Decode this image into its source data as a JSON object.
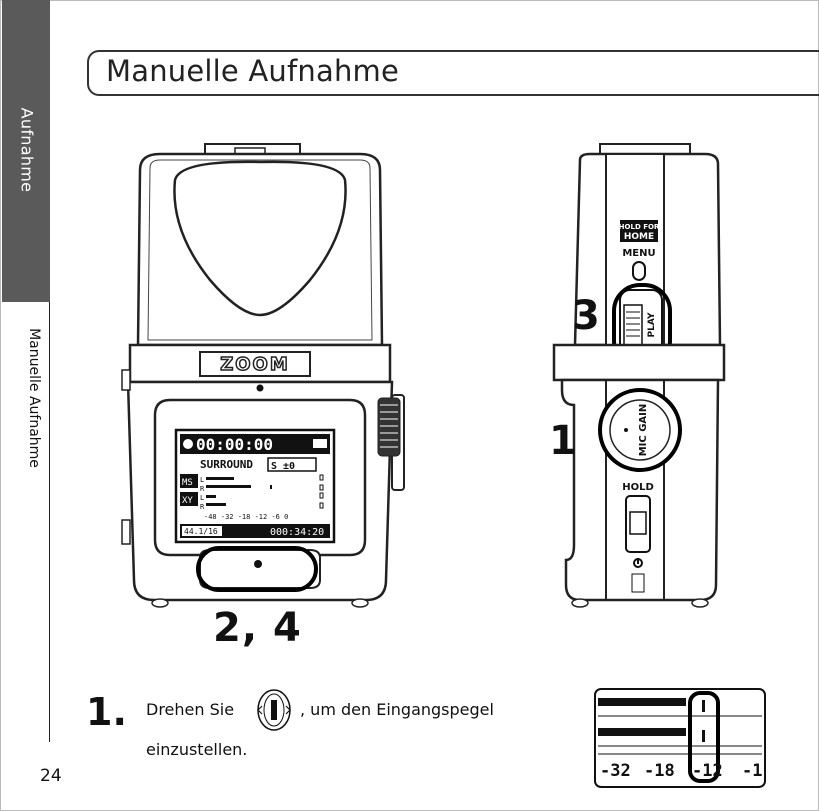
{
  "sidebar": {
    "section_tab": "Aufnahme",
    "subsection": "Manuelle Aufnahme"
  },
  "page": {
    "title": "Manuelle Aufnahme",
    "number": "24"
  },
  "device_front": {
    "brand_logo": "ZOOM",
    "lcd": {
      "time": "00:00:00",
      "mode": "SURROUND",
      "mode_value": "S ±0",
      "channel_ms": "MS",
      "channel_xy": "XY",
      "meter_l": "L",
      "meter_r": "R",
      "scale": "-48 -32 -18   -12   -6    0",
      "format": "44.1/16",
      "remaining": "000:34:20"
    },
    "callout": "2, 4"
  },
  "device_side": {
    "hold_for_label_1": "HOLD FOR",
    "hold_for_label_2": "HOME",
    "menu_label": "MENU",
    "play_label": "PLAY",
    "mic_gain_label": "MIC GAIN",
    "hold_label": "HOLD",
    "callout_top": "3",
    "callout_mid": "1"
  },
  "step": {
    "number": "1.",
    "text_before": "Drehen Sie",
    "text_after": ", um den Eingangspegel",
    "text_line2": "einzustellen.",
    "inline_icon": "mic-gain-dial-icon"
  },
  "lcd_detail": {
    "scale_labels": [
      "-32",
      "-18",
      "-12",
      "-1"
    ]
  }
}
